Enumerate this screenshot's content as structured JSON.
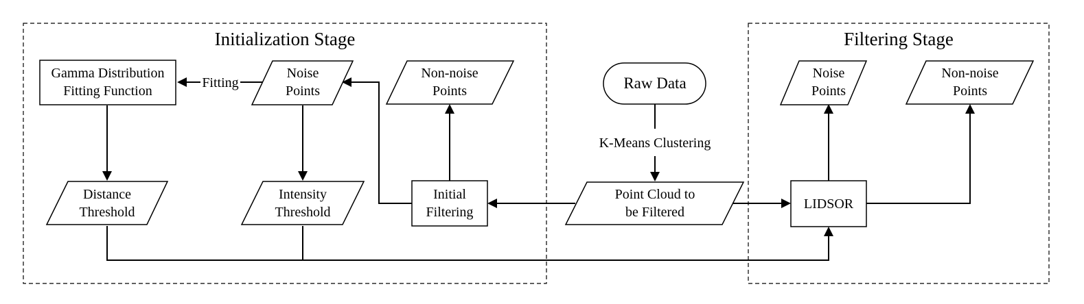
{
  "stages": {
    "initialization": "Initialization Stage",
    "filtering": "Filtering Stage"
  },
  "nodes": {
    "gamma": [
      "Gamma Distribution",
      "Fitting Function"
    ],
    "noise_init": [
      "Noise",
      "Points"
    ],
    "nonnoise_init": [
      "Non-noise",
      "Points"
    ],
    "raw_data": [
      "Raw Data"
    ],
    "noise_filter": [
      "Noise",
      "Points"
    ],
    "nonnoise_filter": [
      "Non-noise",
      "Points"
    ],
    "distance_threshold": [
      "Distance",
      "Threshold"
    ],
    "intensity_threshold": [
      "Intensity",
      "Threshold"
    ],
    "initial_filtering": [
      "Initial",
      "Filtering"
    ],
    "point_cloud": [
      "Point Cloud to",
      "be Filtered"
    ],
    "lidsor": [
      "LIDSOR"
    ]
  },
  "edge_labels": {
    "fitting": "Fitting",
    "kmeans": "K-Means Clustering"
  }
}
